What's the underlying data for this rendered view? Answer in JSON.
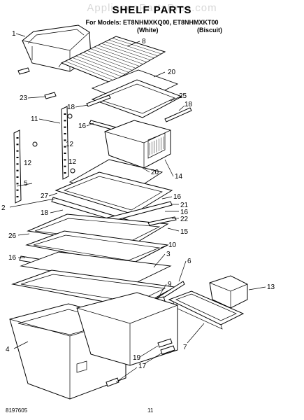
{
  "header": {
    "title": "SHELF PARTS",
    "watermark": "AppliancePartsPros.com",
    "models_label": "For Models: ET8NHMXKQ00, ET8NHMXKT00",
    "color_white": "(White)",
    "color_biscuit": "(Biscuit)"
  },
  "footer": {
    "doc_number": "8197605",
    "page_number": "11"
  },
  "callouts": [
    {
      "id": "c1",
      "label": "1"
    },
    {
      "id": "c8",
      "label": "8"
    },
    {
      "id": "c20a",
      "label": "20"
    },
    {
      "id": "c23",
      "label": "23"
    },
    {
      "id": "c25",
      "label": "25"
    },
    {
      "id": "c18a",
      "label": "18"
    },
    {
      "id": "c18b",
      "label": "18"
    },
    {
      "id": "c16a",
      "label": "16"
    },
    {
      "id": "c11",
      "label": "11"
    },
    {
      "id": "c12a",
      "label": "12"
    },
    {
      "id": "c12b",
      "label": "12"
    },
    {
      "id": "c12c",
      "label": "12"
    },
    {
      "id": "c20b",
      "label": "20"
    },
    {
      "id": "c14",
      "label": "14"
    },
    {
      "id": "c5",
      "label": "5"
    },
    {
      "id": "c27",
      "label": "27"
    },
    {
      "id": "c2",
      "label": "2"
    },
    {
      "id": "c18c",
      "label": "18"
    },
    {
      "id": "c16b",
      "label": "16"
    },
    {
      "id": "c21",
      "label": "21"
    },
    {
      "id": "c16c",
      "label": "16"
    },
    {
      "id": "c22",
      "label": "22"
    },
    {
      "id": "c26",
      "label": "26"
    },
    {
      "id": "c15",
      "label": "15"
    },
    {
      "id": "c10",
      "label": "10"
    },
    {
      "id": "c16d",
      "label": "16"
    },
    {
      "id": "c3",
      "label": "3"
    },
    {
      "id": "c6",
      "label": "6"
    },
    {
      "id": "c9",
      "label": "9"
    },
    {
      "id": "c13",
      "label": "13"
    },
    {
      "id": "c4",
      "label": "4"
    },
    {
      "id": "c7",
      "label": "7"
    },
    {
      "id": "c19",
      "label": "19"
    },
    {
      "id": "c17",
      "label": "17"
    }
  ]
}
